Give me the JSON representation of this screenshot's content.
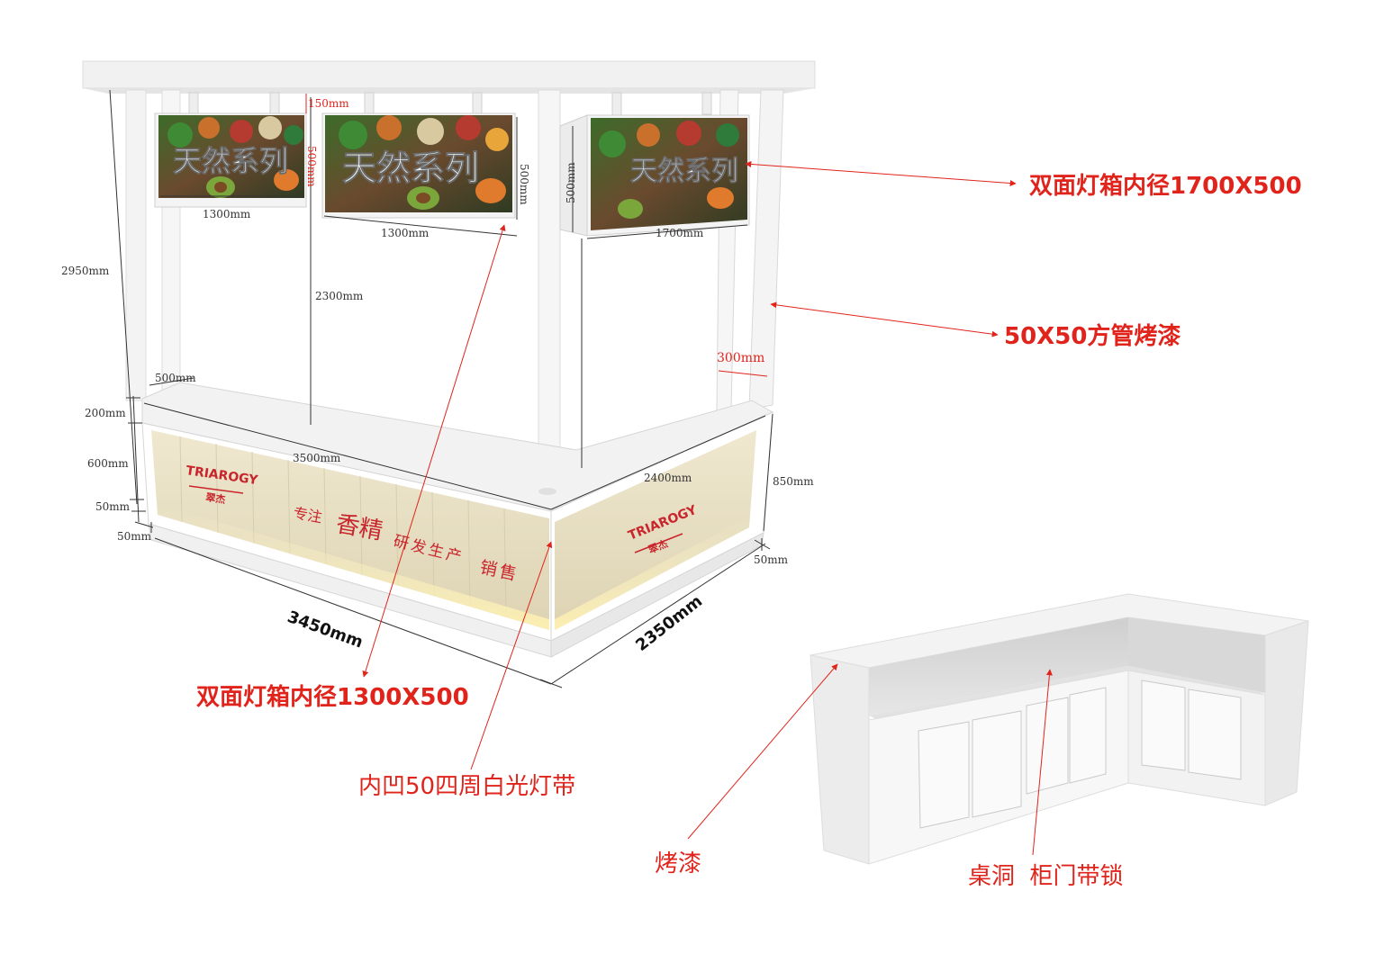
{
  "callouts": {
    "lightbox_1700": "双面灯箱内径1700X500",
    "tube": "50X50方管烤漆",
    "lightbox_1300": "双面灯箱内径1300X500",
    "light_strip": "内凹50四周白光灯带",
    "paint": "烤漆",
    "desk_cabinet": "桌洞  柜门带锁"
  },
  "dimensions": {
    "top_gap": "150mm",
    "sign1_height": "500mm",
    "sign2_height": "500mm",
    "sign3_height": "500mm",
    "sign1_width": "1300mm",
    "sign2_width": "1300mm",
    "sign3_width": "1700mm",
    "total_height": "2950mm",
    "post_height": "2300mm",
    "side_depth": "300mm",
    "counter_depth": "500mm",
    "top_thickness": "200mm",
    "panel_height": "600mm",
    "base_height": "50mm",
    "base_inset_left": "50mm",
    "front_length": "3500mm",
    "side_length": "2400mm",
    "counter_height": "850mm",
    "base_inset_right": "50mm",
    "base_front": "3450mm",
    "base_side": "2350mm"
  },
  "signs": {
    "text": "天然系列"
  },
  "counter_graphics": {
    "brand_en": "TRIAROGY",
    "brand_cn": "翠杰",
    "slogan_1": "专注",
    "slogan_2": "香精",
    "slogan_3": "研发生产",
    "slogan_4": "销售"
  },
  "colors": {
    "annotation_red": "#e0241b",
    "brand_red": "#c8252c",
    "frame_white": "#f2f2f2"
  }
}
